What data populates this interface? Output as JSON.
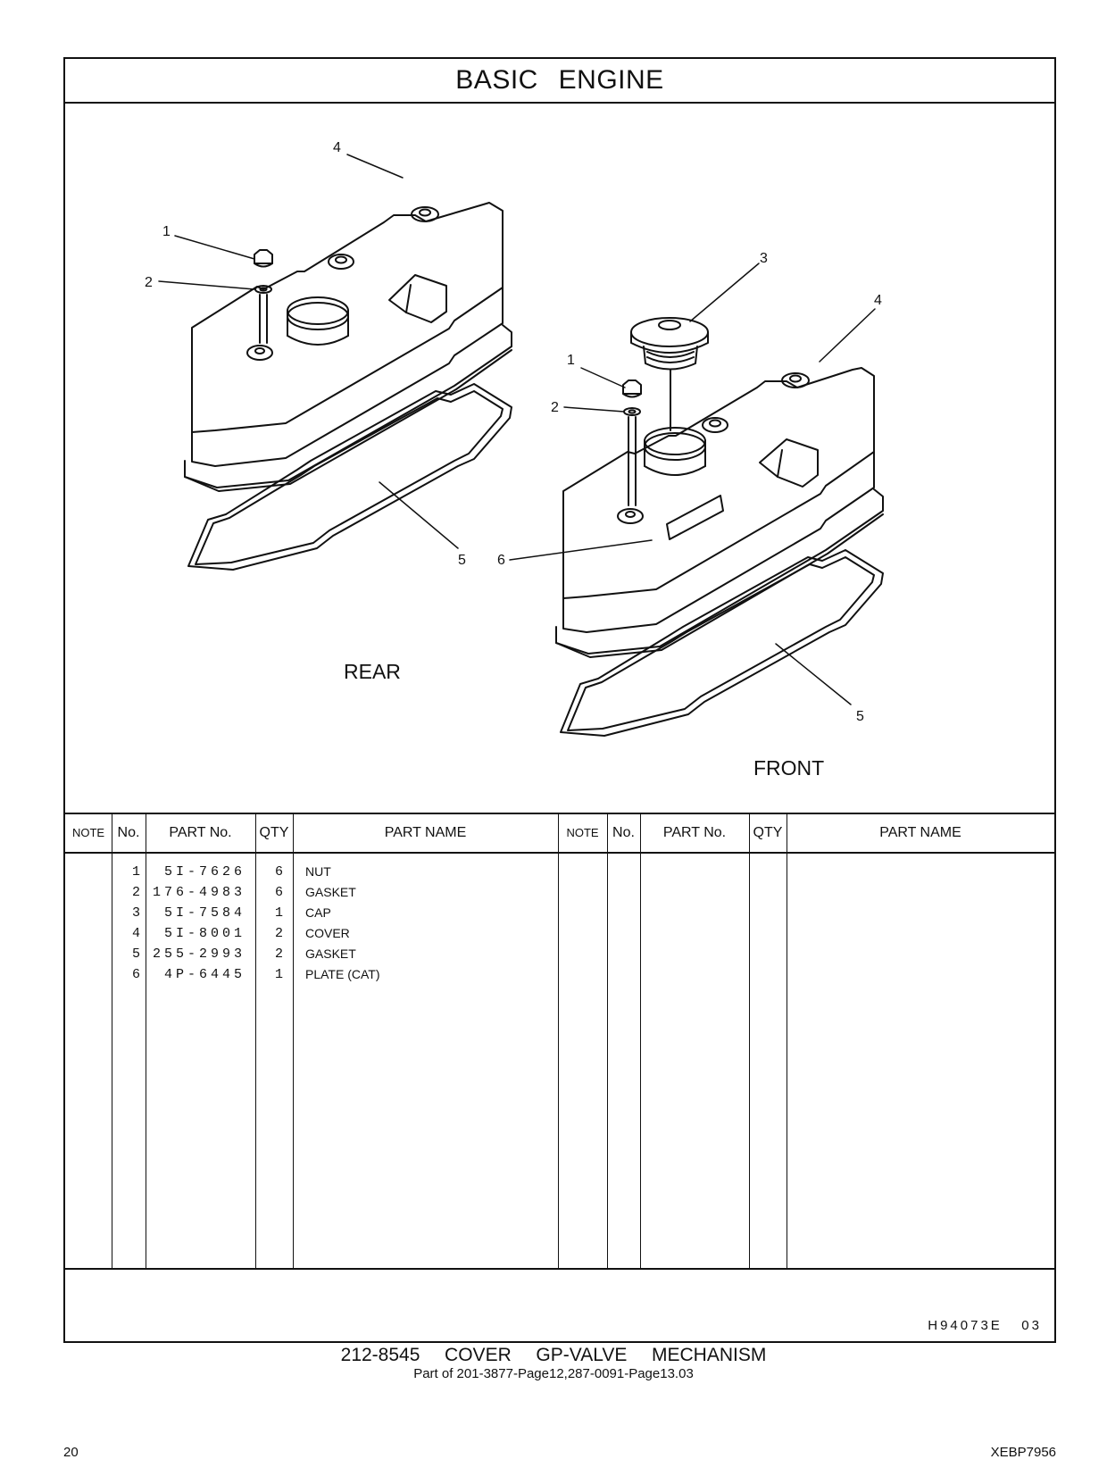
{
  "header": {
    "title": "BASIC   ENGINE"
  },
  "drawing": {
    "view_labels": {
      "rear": "REAR",
      "front": "FRONT"
    },
    "callouts": {
      "rear": [
        "1",
        "2",
        "4",
        "5"
      ],
      "front": [
        "1",
        "2",
        "3",
        "4",
        "5",
        "6"
      ]
    }
  },
  "table": {
    "headers": {
      "note": "NOTE",
      "no": "No.",
      "part_no": "PART No.",
      "qty": "QTY",
      "part_name": "PART NAME"
    },
    "rows": [
      {
        "no": "1",
        "part_no": "5I-7626",
        "qty": "6",
        "name": "NUT"
      },
      {
        "no": "2",
        "part_no": "176-4983",
        "qty": "6",
        "name": "GASKET"
      },
      {
        "no": "3",
        "part_no": "5I-7584",
        "qty": "1",
        "name": "CAP"
      },
      {
        "no": "4",
        "part_no": "5I-8001",
        "qty": "2",
        "name": "COVER"
      },
      {
        "no": "5",
        "part_no": "255-2993",
        "qty": "2",
        "name": "GASKET"
      },
      {
        "no": "6",
        "part_no": "4P-6445",
        "qty": "1",
        "name": "PLATE (CAT)"
      }
    ]
  },
  "drawing_code": "H94073E   03",
  "footer": {
    "caption": "212-8545  COVER  GP-VALVE  MECHANISM",
    "subcaption": "Part of 201-3877-Page12,287-0091-Page13.03",
    "page_number": "20",
    "document_code": "XEBP7956"
  }
}
